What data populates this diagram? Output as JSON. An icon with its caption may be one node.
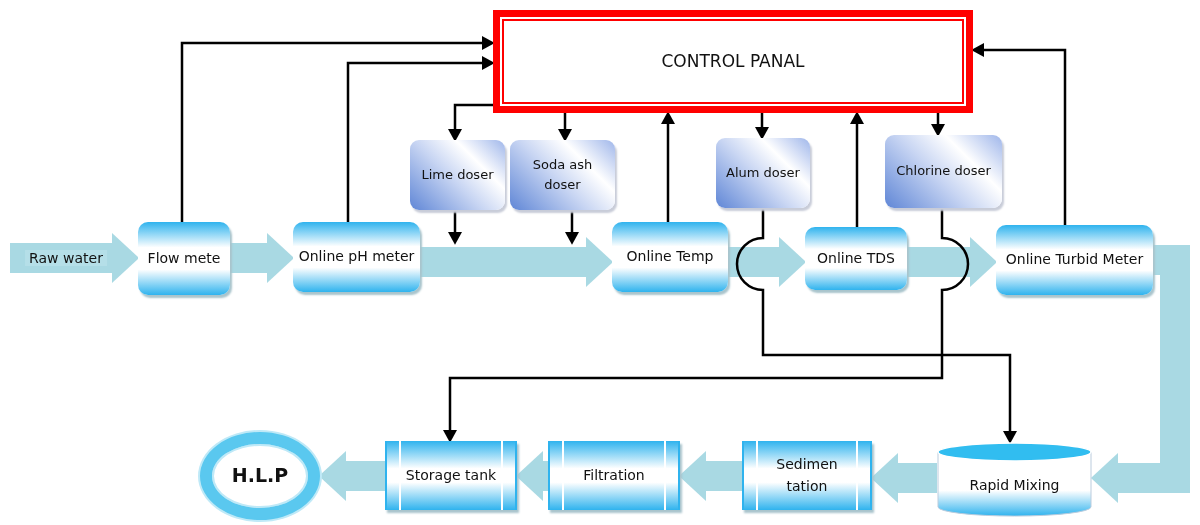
{
  "diagram": {
    "nodes": [
      {
        "text": [
          "CONTROL PANAL"
        ]
      },
      {
        "text": [
          "Lime doser"
        ]
      },
      {
        "text": [
          "Soda ash doser"
        ]
      },
      {
        "text": [
          "Alum doser"
        ]
      },
      {
        "text": [
          "Chlorine doser"
        ]
      },
      {
        "text": [
          "Flow mete"
        ]
      },
      {
        "text": [
          "Online pH meter"
        ]
      },
      {
        "text": [
          "Online Temp"
        ]
      },
      {
        "text": [
          "Online TDS"
        ]
      },
      {
        "text": [
          "Online Turbid Meter"
        ]
      },
      {
        "text": [
          "Rapid Mixing"
        ]
      },
      {
        "text": [
          "Sedimen tation"
        ]
      },
      {
        "text": [
          "Filtration"
        ]
      },
      {
        "text": [
          "Storage tank"
        ]
      },
      {
        "text": [
          "H.L.P"
        ]
      }
    ],
    "edges": [
      {
        "from": null,
        "to": 5,
        "arrow": "to",
        "label": "Raw water",
        "style": "thick",
        "color": "#a9d9e3"
      },
      {
        "from": 5,
        "to": 6,
        "arrow": "to",
        "style": "thick",
        "color": "#a9d9e3"
      },
      {
        "from": 6,
        "to": 7,
        "arrow": "to",
        "style": "thick",
        "color": "#a9d9e3"
      },
      {
        "from": 7,
        "to": 8,
        "arrow": "to",
        "style": "thick",
        "color": "#a9d9e3"
      },
      {
        "from": 8,
        "to": 9,
        "arrow": "to",
        "style": "thick",
        "color": "#a9d9e3"
      },
      {
        "from": 9,
        "to": 10,
        "arrow": "to",
        "style": "thick",
        "color": "#a9d9e3"
      },
      {
        "from": 10,
        "to": 11,
        "arrow": "to",
        "style": "thick",
        "color": "#a9d9e3"
      },
      {
        "from": 11,
        "to": 12,
        "arrow": "to",
        "style": "thick",
        "color": "#a9d9e3"
      },
      {
        "from": 12,
        "to": 13,
        "arrow": "to",
        "style": "thick",
        "color": "#a9d9e3"
      },
      {
        "from": 13,
        "to": 14,
        "arrow": "to",
        "style": "thick",
        "color": "#a9d9e3"
      },
      {
        "from": 5,
        "to": 0,
        "arrow": "to"
      },
      {
        "from": 6,
        "to": 0,
        "arrow": "to"
      },
      {
        "from": 0,
        "to": 1,
        "arrow": "to"
      },
      {
        "from": 0,
        "to": 2,
        "arrow": "to"
      },
      {
        "from": 7,
        "to": 0,
        "arrow": "to"
      },
      {
        "from": 0,
        "to": 3,
        "arrow": "to"
      },
      {
        "from": 8,
        "to": 0,
        "arrow": "to"
      },
      {
        "from": 0,
        "to": 4,
        "arrow": "to"
      },
      {
        "from": 9,
        "to": 0,
        "arrow": "to"
      },
      {
        "from": 1,
        "to": null,
        "arrow": "to"
      },
      {
        "from": 2,
        "to": null,
        "arrow": "to"
      },
      {
        "from": 3,
        "to": 10,
        "arrow": "to"
      },
      {
        "from": 4,
        "to": 13,
        "arrow": "to"
      }
    ]
  }
}
